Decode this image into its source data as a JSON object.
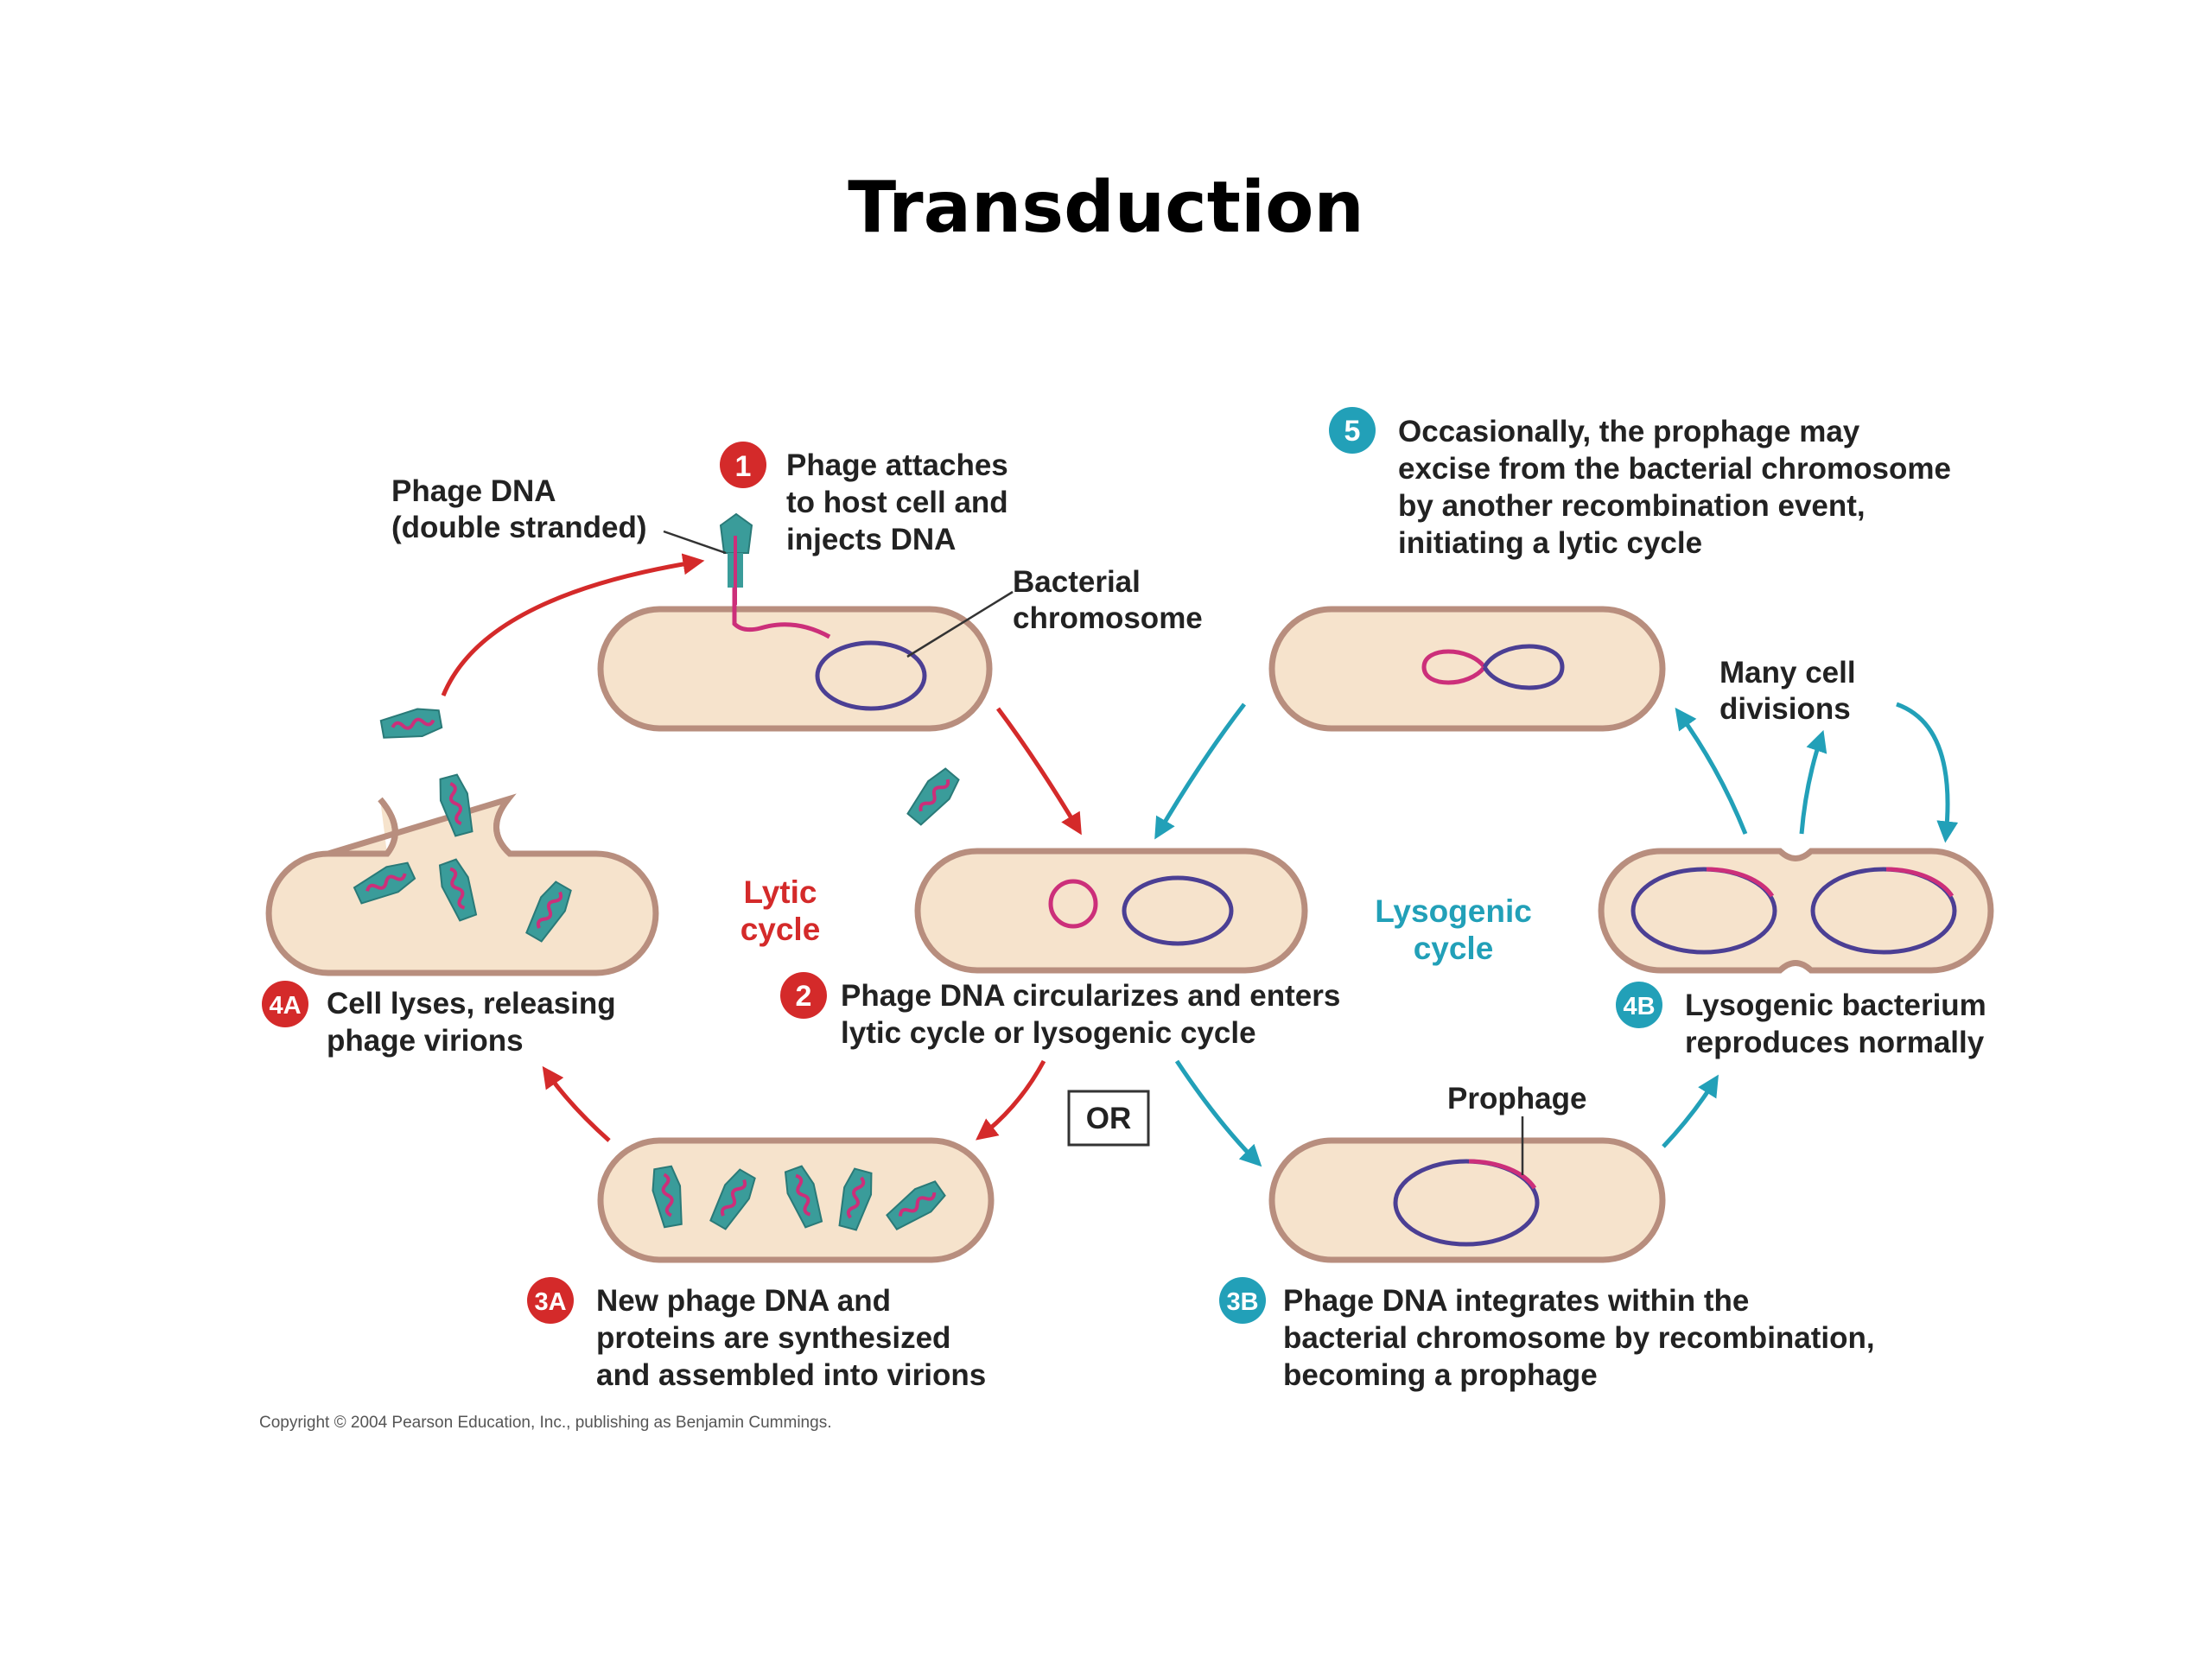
{
  "title": "Transduction",
  "colors": {
    "lytic": "#d42a2a",
    "lysogenic": "#22a0b8",
    "cell_fill": "#f6e3cc",
    "cell_outline": "#b88e7e",
    "chromosome": "#4b3f94",
    "phage_dna": "#cc2f7a",
    "phage_head": "#3a9c9a"
  },
  "labels": {
    "phage_dna_line1": "Phage DNA",
    "phage_dna_line2": "(double stranded)",
    "bacterial_chrom_line1": "Bacterial",
    "bacterial_chrom_line2": "chromosome",
    "lytic_line1": "Lytic",
    "lytic_line2": "cycle",
    "lysogenic_line1": "Lysogenic",
    "lysogenic_line2": "cycle",
    "many_line1": "Many cell",
    "many_line2": "divisions",
    "prophage": "Prophage",
    "or": "OR"
  },
  "steps": {
    "s1": {
      "badge": "1",
      "lines": [
        "Phage attaches",
        "to host cell and",
        "injects DNA"
      ]
    },
    "s2": {
      "badge": "2",
      "lines": [
        "Phage DNA circularizes and enters",
        "lytic cycle or lysogenic cycle"
      ]
    },
    "s3a": {
      "badge": "3A",
      "lines": [
        "New phage DNA and",
        "proteins are synthesized",
        "and assembled into virions"
      ]
    },
    "s4a": {
      "badge": "4A",
      "lines": [
        "Cell lyses, releasing",
        "phage virions"
      ]
    },
    "s3b": {
      "badge": "3B",
      "lines": [
        "Phage DNA integrates within the",
        "bacterial chromosome by recombination,",
        "becoming a prophage"
      ]
    },
    "s4b": {
      "badge": "4B",
      "lines": [
        "Lysogenic bacterium",
        "reproduces normally"
      ]
    },
    "s5": {
      "badge": "5",
      "lines": [
        "Occasionally, the prophage may",
        "excise from the bacterial chromosome",
        "by another recombination event,",
        "initiating a lytic cycle"
      ]
    }
  },
  "copyright": "Copyright © 2004 Pearson Education, Inc., publishing as Benjamin Cummings."
}
